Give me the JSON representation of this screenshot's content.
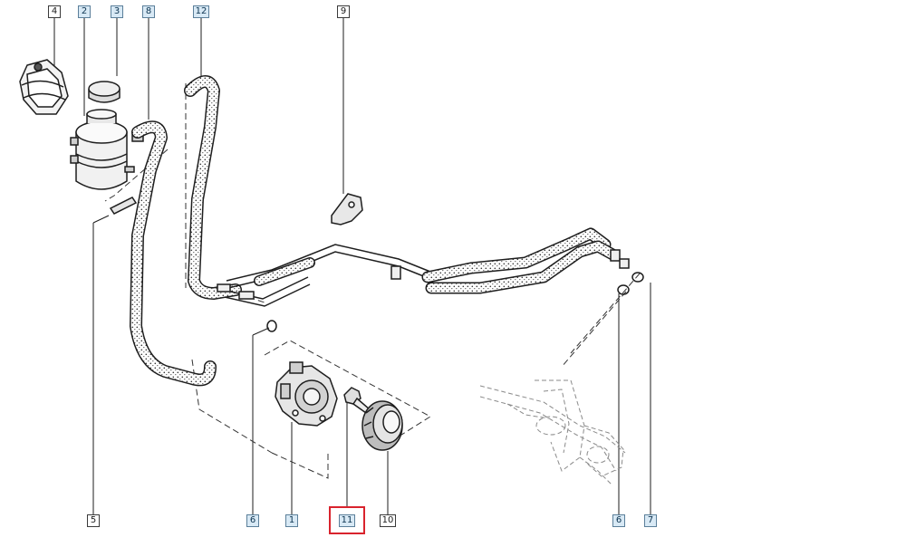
{
  "callouts": [
    {
      "id": "c4",
      "label": "4",
      "highlighted": false
    },
    {
      "id": "c2",
      "label": "2",
      "highlighted": true
    },
    {
      "id": "c3",
      "label": "3",
      "highlighted": true
    },
    {
      "id": "c8",
      "label": "8",
      "highlighted": true
    },
    {
      "id": "c12",
      "label": "12",
      "highlighted": true
    },
    {
      "id": "c9",
      "label": "9",
      "highlighted": false
    },
    {
      "id": "c5",
      "label": "5",
      "highlighted": false
    },
    {
      "id": "c6a",
      "label": "6",
      "highlighted": true
    },
    {
      "id": "c1",
      "label": "1",
      "highlighted": true
    },
    {
      "id": "c11",
      "label": "11",
      "highlighted": true
    },
    {
      "id": "c10",
      "label": "10",
      "highlighted": false
    },
    {
      "id": "c6b",
      "label": "6",
      "highlighted": true
    },
    {
      "id": "c7",
      "label": "7",
      "highlighted": true
    }
  ],
  "selected_callout": "11",
  "colors": {
    "line": "#1e1e1e",
    "ghost": "#9a9a9a",
    "callout_fill": "#d8e9f5",
    "selection": "#d9232d"
  }
}
